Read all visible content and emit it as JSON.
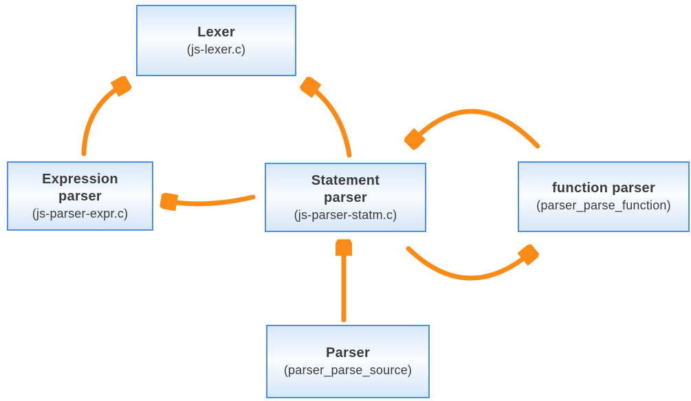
{
  "diagram": {
    "description": "Parser architecture diagram with five modules connected by orange arrows",
    "nodes": [
      {
        "id": "lexer",
        "title": "Lexer",
        "subtitle": "(js-lexer.c)"
      },
      {
        "id": "expression-parser",
        "title": "Expression parser",
        "subtitle": "(js-parser-expr.c)"
      },
      {
        "id": "statement-parser",
        "title": "Statement parser",
        "subtitle": "(js-parser-statm.c)"
      },
      {
        "id": "function-parser",
        "title": "function parser",
        "subtitle": "(parser_parse_function)"
      },
      {
        "id": "parser",
        "title": "Parser",
        "subtitle": "(parser_parse_source)"
      }
    ],
    "edges": [
      {
        "from": "expression-parser",
        "to": "lexer",
        "shape": "curved"
      },
      {
        "from": "statement-parser",
        "to": "lexer",
        "shape": "curved"
      },
      {
        "from": "statement-parser",
        "to": "expression-parser",
        "shape": "curved"
      },
      {
        "from": "function-parser",
        "to": "statement-parser",
        "shape": "arc-over-top"
      },
      {
        "from": "statement-parser",
        "to": "function-parser",
        "shape": "arc-under-bottom"
      },
      {
        "from": "parser",
        "to": "statement-parser",
        "shape": "straight-up"
      }
    ],
    "colors": {
      "arrow": "#fb8b17",
      "box_border": "#4a90e2",
      "box_fill_top": "#d8e7f9",
      "box_fill_mid": "#fafcff",
      "box_fill_bottom": "#d7e6f8",
      "text": "#3b3b3b",
      "background": "#ffffff"
    }
  }
}
